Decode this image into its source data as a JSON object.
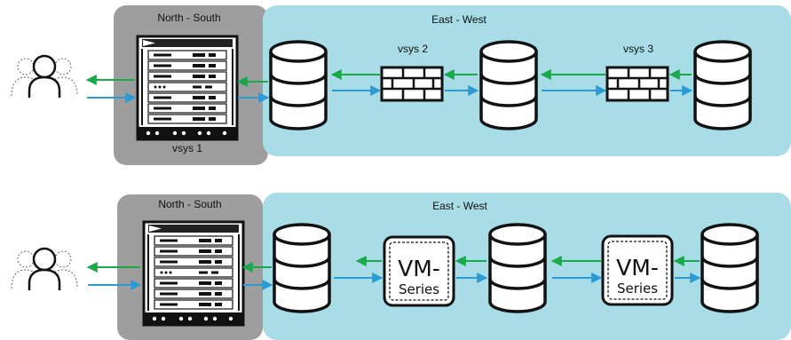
{
  "colors": {
    "ns_panel": "#9e9e9e",
    "ew_panel": "#a8dce6",
    "arrow_inbound": "#2b9bd6",
    "arrow_outbound": "#1aa84a",
    "stroke": "#111111"
  },
  "rows": [
    {
      "north_south_label": "North - South",
      "east_west_label": "East - West",
      "appliance_label": "vsys 1",
      "segment_labels": [
        "vsys 2",
        "vsys 3"
      ],
      "segment_type": "firewall"
    },
    {
      "north_south_label": "North - South",
      "east_west_label": "East - West",
      "appliance_label": "",
      "segment_labels": [
        "",
        ""
      ],
      "segment_type": "vm-series",
      "vm_series_text": {
        "main": "VM-",
        "sub": "Series"
      }
    }
  ],
  "icons": {
    "user": "user-group-icon",
    "appliance": "firewall-appliance-icon",
    "database": "database-icon",
    "firewall": "brick-firewall-icon",
    "vm": "vm-series-icon"
  }
}
